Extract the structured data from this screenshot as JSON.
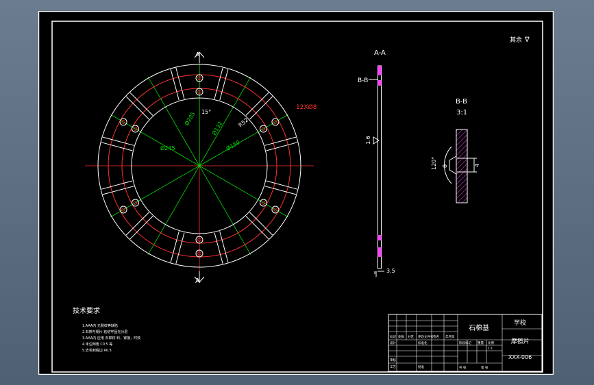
{
  "section_labels": {
    "view_a_top": "A",
    "view_a_bottom": "A",
    "section_aa": "A-A",
    "section_bb": "B-B",
    "bb_scale": "3:1",
    "bb_callout": "B-B"
  },
  "dimensions": {
    "hole_pattern": "12XØ8",
    "angle_15": "15°",
    "dia_245": "Ø245",
    "dia_205": "Ø205",
    "dia_150": "Ø150",
    "dia_132": "Ø132",
    "dia_r52": "R52",
    "thickness": "3.5",
    "groove_angle": "120°",
    "groove_width": "8",
    "groove_depth": "4",
    "roughness_aa": "1.6"
  },
  "surface_note": "其余",
  "roughness_symbol": "∇",
  "tech_requirements": {
    "title": "技术要求",
    "items": [
      "1.AAA内 无裂纹等缺陷",
      "2.石棉与钢片 粘结牢固无分层",
      "3.AAA内 应用 石棉材 料，铆接，时效",
      "4.未注倒角 C0.5 等",
      "5.去毛刺锐边 R0.5"
    ]
  },
  "title_block": {
    "material": "石棉基",
    "school": "学校",
    "part_name": "摩擦片",
    "drawing_no": "XXX-006",
    "labels": [
      "标记",
      "处数",
      "分区",
      "更改文件号",
      "签名",
      "年月日",
      "设计",
      "标准化",
      "审核",
      "工艺",
      "批准",
      "阶段标记",
      "重量",
      "比例",
      "共 张",
      "第 张",
      "1:1"
    ]
  }
}
